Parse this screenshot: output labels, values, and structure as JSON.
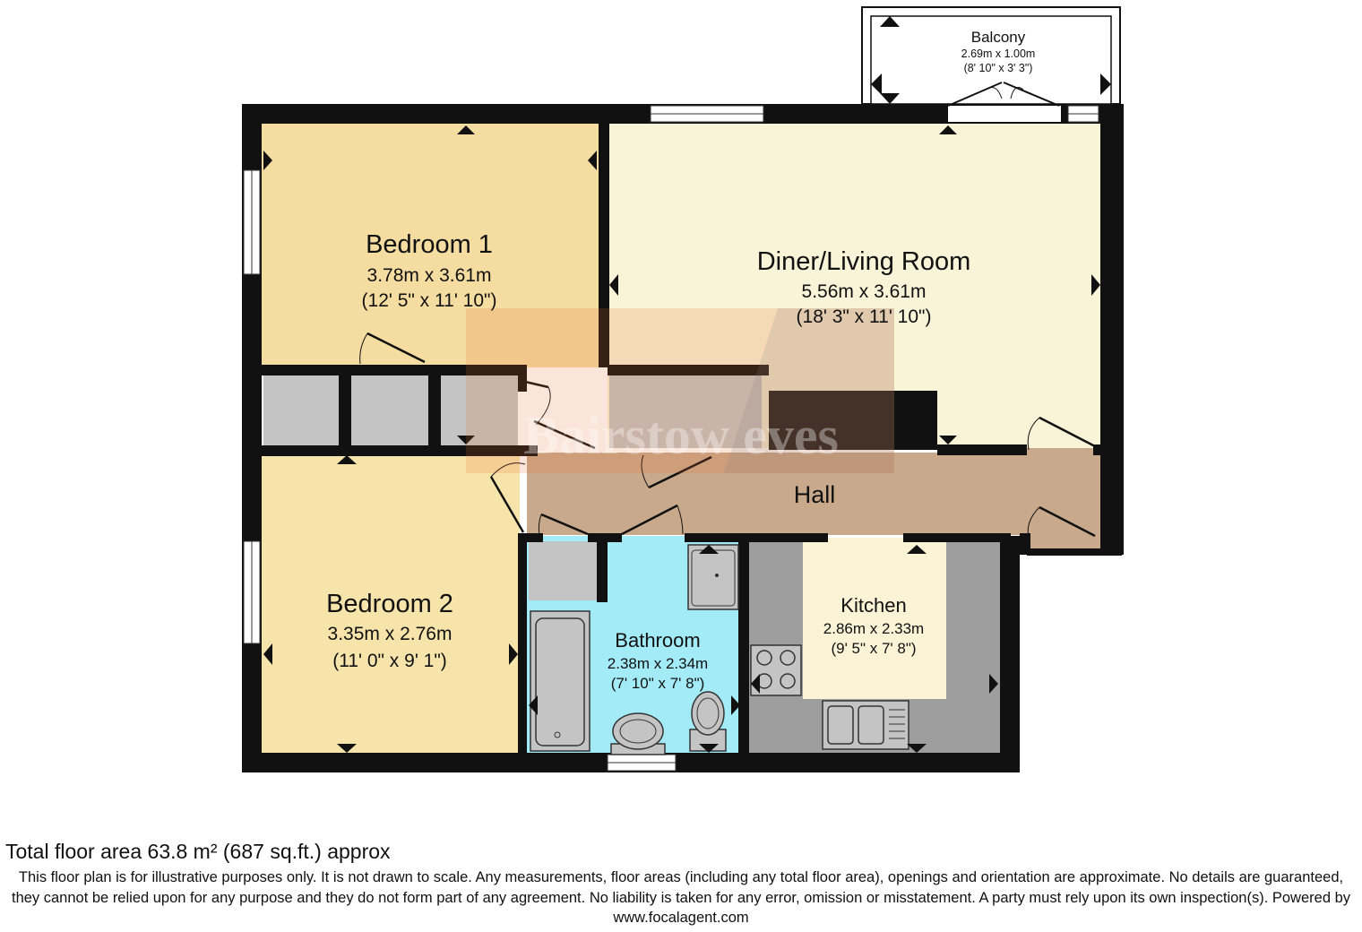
{
  "rooms": {
    "bedroom1": {
      "name": "Bedroom 1",
      "metric": "3.78m x 3.61m",
      "imperial": "(12' 5\" x 11' 10\")",
      "fill": "#f5dca0"
    },
    "diner": {
      "name": "Diner/Living Room",
      "metric": "5.56m x 3.61m",
      "imperial": "(18' 3\" x 11' 10\")",
      "fill": "#f9f3d7"
    },
    "bedroom2": {
      "name": "Bedroom 2",
      "metric": "3.35m x 2.76m",
      "imperial": "(11' 0\" x 9' 1\")",
      "fill": "#f7e4ab"
    },
    "bathroom": {
      "name": "Bathroom",
      "metric": "2.38m x 2.34m",
      "imperial": "(7' 10\" x 7' 8\")",
      "fill": "#a3ebf7"
    },
    "kitchen": {
      "name": "Kitchen",
      "metric": "2.86m x 2.33m",
      "imperial": "(9' 5\" x 7' 8\")",
      "fill": "#faf3d6"
    },
    "hall": {
      "name": "Hall",
      "fill": "#c8a98c"
    },
    "balcony": {
      "name": "Balcony",
      "metric": "2.69m x 1.00m",
      "imperial": "(8' 10\" x 3' 3\")"
    }
  },
  "colors": {
    "wall": "#111111",
    "storage": "#c4c4c4",
    "worktop": "#9e9e9e"
  },
  "watermark": "Bairstow eves",
  "total_area": "Total floor area 63.8 m² (687 sq.ft.) approx",
  "disclaimer": "This floor plan is for illustrative purposes only. It is not drawn to scale. Any measurements, floor areas (including any total floor area), openings and orientation are approximate. No details are guaranteed, they cannot be relied upon for any purpose and they do not form part of any agreement. No liability is taken for any error, omission or misstatement. A party must rely upon its own inspection(s). Powered by www.focalagent.com"
}
